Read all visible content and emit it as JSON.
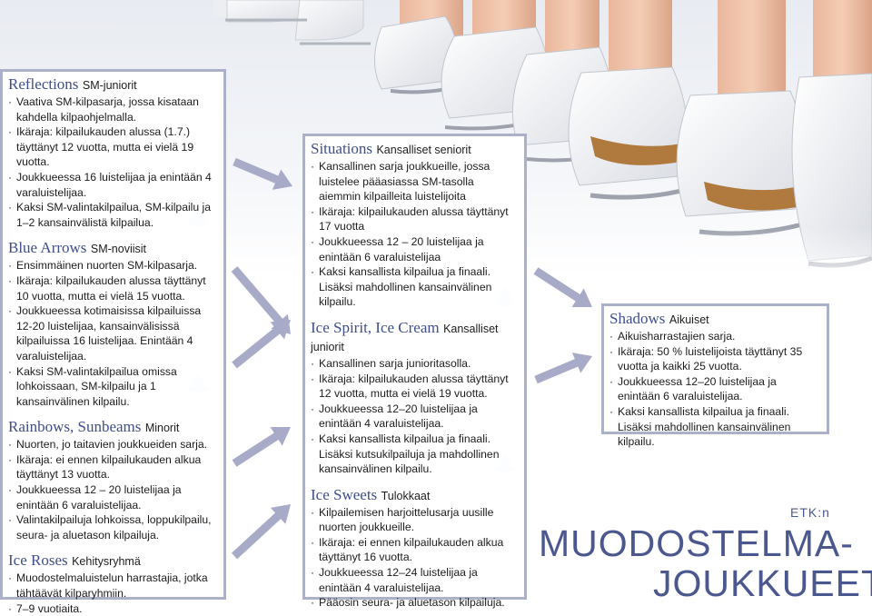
{
  "left_column": [
    {
      "name": "Reflections",
      "category": "SM-juniorit",
      "items": [
        "Vaativa SM-kilpasarja, jossa kisataan kahdella kilpaohjelmalla.",
        "Ikäraja: kilpailukauden alussa (1.7.) täyttänyt 12 vuotta, mutta ei vielä 19 vuotta.",
        "Joukkueessa 16 luistelijaa ja enintään 4 varaluistelijaa.",
        "Kaksi SM-valintakilpailua, SM-kilpailu ja 1–2 kansainvälistä kilpailua."
      ]
    },
    {
      "name": "Blue Arrows",
      "category": "SM-noviisit",
      "items": [
        "Ensimmäinen nuorten SM-kilpasarja.",
        "Ikäraja: kilpailukauden alussa täyttänyt 10 vuotta, mutta ei vielä 15 vuotta.",
        "Joukkueessa kotimaisissa kilpailuissa 12-20 luistelijaa, kansainvälisissä kilpailuissa 16 luistelijaa. Enintään 4 varaluistelijaa.",
        "Kaksi SM-valintakilpailua omissa lohkoissaan, SM-kilpailu ja 1 kansainvälinen kilpailu."
      ]
    },
    {
      "name": "Rainbows, Sunbeams",
      "category": "Minorit",
      "items": [
        "Nuorten, jo taitavien joukkueiden sarja.",
        "Ikäraja: ei ennen kilpailukauden alkua täyttänyt 13 vuotta.",
        "Joukkueessa 12 – 20 luistelijaa ja enintään 6 varaluistelijaa.",
        "Valintakilpailuja lohkoissa, loppukilpailu, seura- ja aluetason kilpailuja."
      ]
    },
    {
      "name": "Ice Roses",
      "category": "Kehitysryhmä",
      "items": [
        "Muodostelmaluistelun harrastajia, jotka tähtäävät kilparyhmiin.",
        "7–9 vuotiaita."
      ]
    }
  ],
  "middle_column": [
    {
      "name": "Situations",
      "category": "Kansalliset seniorit",
      "items": [
        "Kansallinen sarja joukkueille, jossa luistelee pääasiassa SM-tasolla aiemmin kilpailleita luistelijoita",
        "Ikäraja: kilpailukauden alussa täyttänyt 17 vuotta",
        "Joukkueessa 12 – 20 luistelijaa ja enintään 6 varaluistelijaa",
        "Kaksi kansallista kilpailua ja finaali. Lisäksi mahdollinen kansainvälinen kilpailu."
      ]
    },
    {
      "name": "Ice Spirit, Ice Cream",
      "category": "Kansalliset juniorit",
      "items": [
        "Kansallinen sarja junioritasolla.",
        "Ikäraja: kilpailukauden alussa täyttänyt 12 vuotta, mutta ei vielä 19 vuotta.",
        "Joukkueessa 12–20 luistelijaa ja enintään 4 varaluistelijaa.",
        "Kaksi kansallista kilpailua ja finaali. Lisäksi kutsukilpailuja ja mahdollinen kansainvälinen kilpailu."
      ]
    },
    {
      "name": "Ice Sweets",
      "category": "Tulokkaat",
      "items": [
        "Kilpailemisen harjoittelusarja uusille nuorten joukkueille.",
        "Ikäraja: ei ennen kilpailukauden alkua täyttänyt 16 vuotta.",
        "Joukkueessa 12–24 luistelijaa ja enintään 4 varaluistelijaa.",
        "Pääosin seura- ja aluetason kilpailuja."
      ]
    }
  ],
  "right_column": [
    {
      "name": "Shadows",
      "category": "Aikuiset",
      "items": [
        "Aikuisharrastajien sarja.",
        "Ikäraja: 50 % luistelijoista täyttänyt 35 vuotta ja kaikki 25 vuotta.",
        "Joukkueessa 12–20 luistelijaa ja enintään 6 varaluistelijaa.",
        "Kaksi kansallista kilpailua ja finaali. Lisäksi mahdollinen kansainvälinen kilpailu."
      ]
    }
  ],
  "branding": {
    "small": "ETK:n",
    "title_line1": "MUODOSTELMA-",
    "title_line2": "JOUKKUEET"
  },
  "colors": {
    "title_blue": "#3f4e8c",
    "box_border": "#aab1c9",
    "arrow": "#a7abc8"
  }
}
